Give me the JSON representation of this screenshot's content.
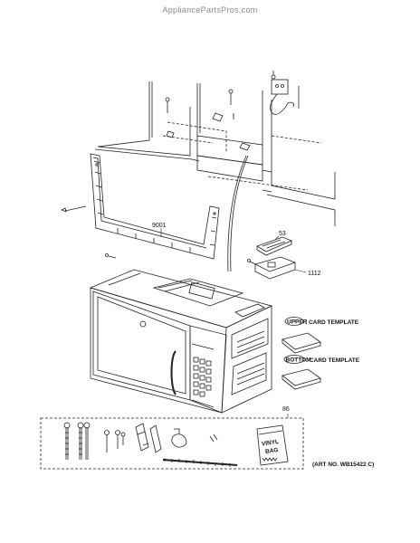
{
  "watermark": "AppliancePartsPros.com",
  "parts": {
    "frame": "9001",
    "cover": "53",
    "damper": "1112",
    "hardware_kit": "86"
  },
  "templates": {
    "upper_badge": "UPPER",
    "upper_text": ": CARD TEMPLATE",
    "bottom_badge": "BOTTOM",
    "bottom_text": ": CARD TEMPLATE"
  },
  "vinyl_bag": {
    "line1": "VINYL",
    "line2": "BAG"
  },
  "art_no": "(ART NO. WB15422 C)"
}
